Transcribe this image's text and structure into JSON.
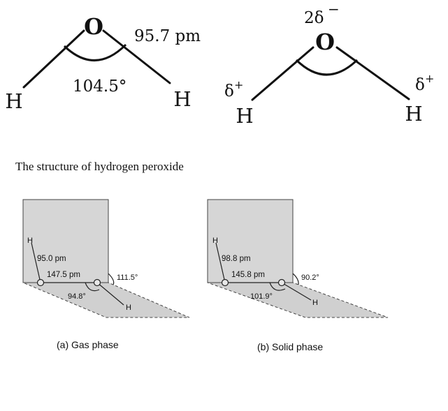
{
  "water_geometry": {
    "oxygen": "O",
    "hydrogen_left": "H",
    "hydrogen_right": "H",
    "bond_length": "95.7 pm",
    "bond_angle": "104.5°"
  },
  "water_polarity": {
    "oxygen": "O",
    "oxygen_charge": "2δ",
    "oxygen_charge_sign": "−",
    "hydrogen_left": "H",
    "hydrogen_right": "H",
    "hydrogen_charge": "δ",
    "hydrogen_charge_sign": "+"
  },
  "caption": "The structure of hydrogen peroxide",
  "gas_phase": {
    "h_top": "H",
    "h_bottom": "H",
    "oh_length": "95.0 pm",
    "oo_length": "147.5 pm",
    "dihedral": "111.5°",
    "ooh_angle": "94.8°",
    "label": "(a) Gas phase"
  },
  "solid_phase": {
    "h_top": "H",
    "h_bottom": "H",
    "oh_length": "98.8 pm",
    "oo_length": "145.8 pm",
    "dihedral": "90.2°",
    "ooh_angle": "101.9°",
    "label": "(b) Solid phase"
  }
}
